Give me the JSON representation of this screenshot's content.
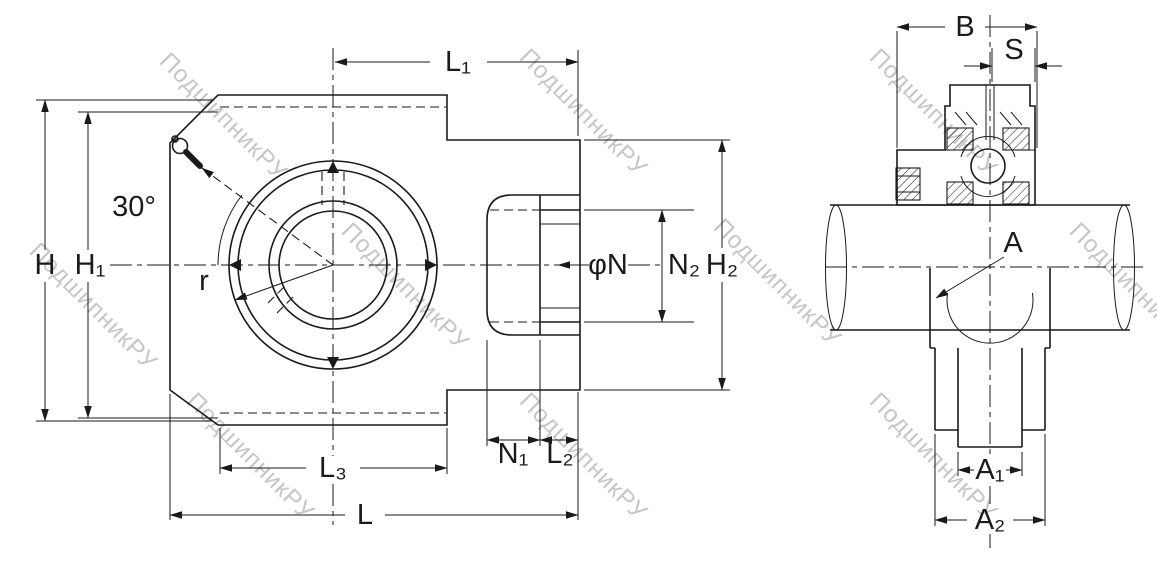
{
  "watermark": {
    "text": "ПодшипникРУ"
  },
  "colors": {
    "line": "#1a1a1a",
    "watermark": "#c6c6c6",
    "background": "#ffffff"
  },
  "front_view": {
    "labels": {
      "l1": "L₁",
      "h": "H",
      "h1": "H₁",
      "angle": "30°",
      "r": "r",
      "phi_n": "φN",
      "n2": "N₂",
      "h2": "H₂",
      "n1": "N₁",
      "l2": "L₂",
      "l3": "L₃",
      "l": "L"
    }
  },
  "side_view": {
    "labels": {
      "b": "B",
      "s": "S",
      "a": "A",
      "a1": "A₁",
      "a2": "A₂"
    }
  }
}
